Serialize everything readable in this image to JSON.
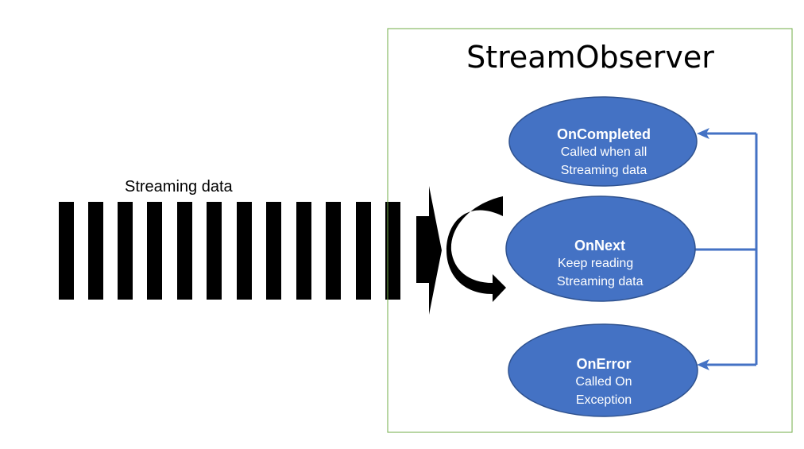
{
  "stream_label": "Streaming data",
  "observer_title": "StreamObserver",
  "nodes": [
    {
      "title": "OnCompleted",
      "line1": "Called when all",
      "line2": "Streaming data"
    },
    {
      "title": "OnNext",
      "line1": "Keep reading",
      "line2": "Streaming data"
    },
    {
      "title": "OnError",
      "line1": "Called On",
      "line2": "Exception"
    }
  ],
  "colors": {
    "node_fill": "#4472C4",
    "node_stroke": "#2F528F",
    "connector": "#4472C4",
    "box_border": "#70AD47",
    "stripes": "#000000"
  }
}
